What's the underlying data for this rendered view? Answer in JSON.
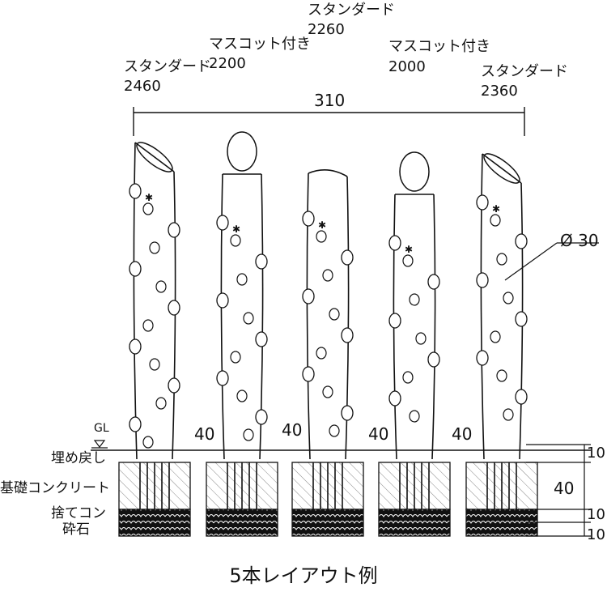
{
  "posts": [
    {
      "type": "スタンダード",
      "height": "2460",
      "mascot": false
    },
    {
      "type": "マスコット付き",
      "height": "2200",
      "mascot": true
    },
    {
      "type": "スタンダード",
      "height": "2260",
      "mascot": false
    },
    {
      "type": "マスコット付き",
      "height": "2000",
      "mascot": true
    },
    {
      "type": "スタンダード",
      "height": "2360",
      "mascot": false
    }
  ],
  "dimensions": {
    "overall": "310",
    "spacing": [
      "40",
      "40",
      "40",
      "40"
    ],
    "diameter": "Ø 30",
    "layer_backfill": "10",
    "layer_concrete": "40",
    "layer_leveling": "10",
    "layer_gravel": "10"
  },
  "labels": {
    "ground_level": "GL",
    "backfill": "埋め戻し",
    "foundation_concrete": "基礎コンクリート",
    "leveling_concrete": "捨てコン",
    "crushed_stone": "砕石"
  },
  "caption": "5本レイアウト例"
}
